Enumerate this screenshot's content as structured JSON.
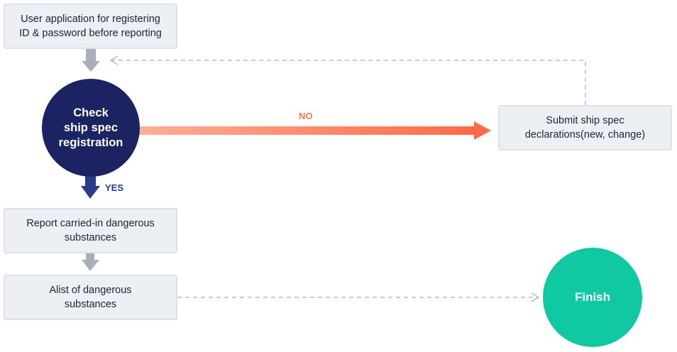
{
  "nodes": {
    "user_application": "User application for registering\nID & password before reporting",
    "check_ship_spec": "Check\nship spec\nregistration",
    "submit_ship_spec": "Submit ship spec\ndeclarations(new, change)",
    "report_dangerous": "Report carried-in dangerous\nsubstances",
    "list_dangerous": "Alist of dangerous\nsubstances",
    "finish": "Finish"
  },
  "edges": {
    "no_label": "NO",
    "yes_label": "YES"
  },
  "colors": {
    "box_fill": "#eceff4",
    "decision_fill": "#1b2363",
    "finish_fill": "#10c9a2",
    "no_arrow": "#ff6f4f",
    "yes_arrow": "#2c3a8c",
    "gray_arrow": "#a9afb9",
    "dashed_line": "#b8bcc4"
  }
}
